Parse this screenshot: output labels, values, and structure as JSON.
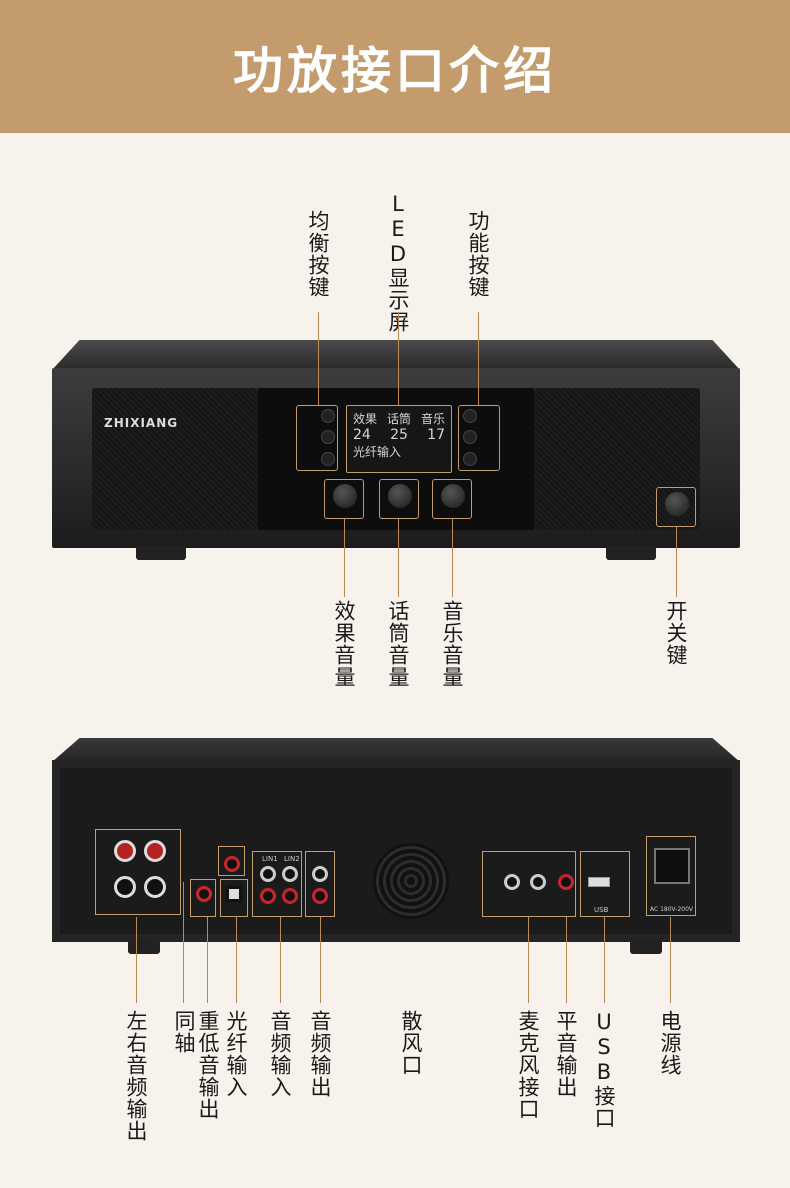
{
  "title": "功放接口介绍",
  "front": {
    "brand": "ZHIXIANG",
    "lcd": {
      "row1": [
        "效果",
        "话筒",
        "音乐"
      ],
      "row2": [
        "24",
        "25",
        "17"
      ],
      "row3": "光纤输入"
    },
    "labels": {
      "eq_keys": "均衡按键",
      "led_display": "LED显示屏",
      "function_keys": "功能按键",
      "effect_volume": "效果音量",
      "mic_volume": "话筒音量",
      "music_volume": "音乐音量",
      "power_switch": "开关键"
    }
  },
  "rear": {
    "power_rating": "AC 180V-200V",
    "labels": {
      "lr_audio_out": "左右音频输出",
      "coaxial": "同轴",
      "subwoofer_out": "重低音输出",
      "optical_in": "光纤输入",
      "audio_in": "音频输入",
      "audio_out": "音频输出",
      "vent": "散风口",
      "mic_jack": "麦克风接口",
      "line_out": "平音输出",
      "usb": "USB接口",
      "power_cord": "电源线"
    },
    "small_tags": {
      "line1": "LIN1",
      "line2": "LIN2",
      "usb_tag": "USB"
    }
  }
}
